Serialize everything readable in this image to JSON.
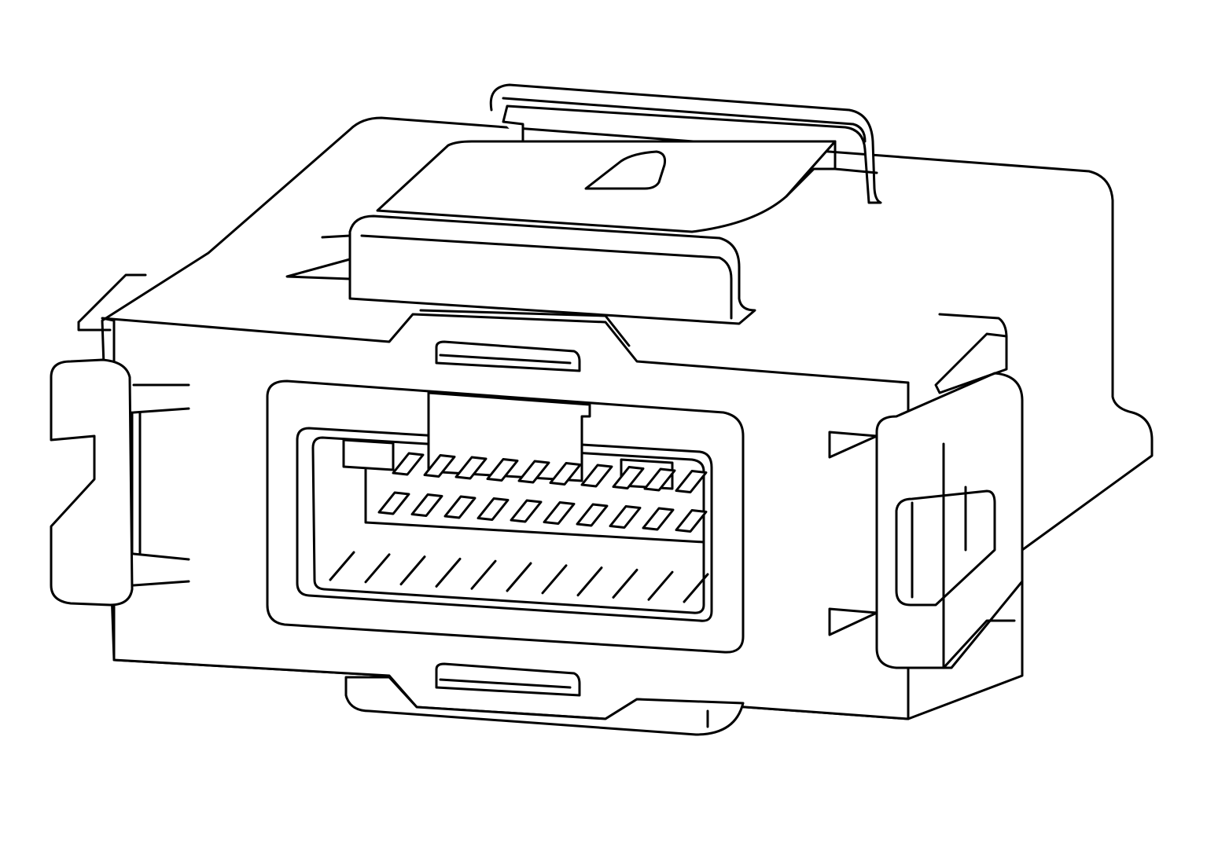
{
  "drawing": {
    "subject": "connector",
    "line_color": "#000000",
    "background_color": "#ffffff",
    "top_row_pins": 10,
    "bottom_row_pins": 10
  }
}
